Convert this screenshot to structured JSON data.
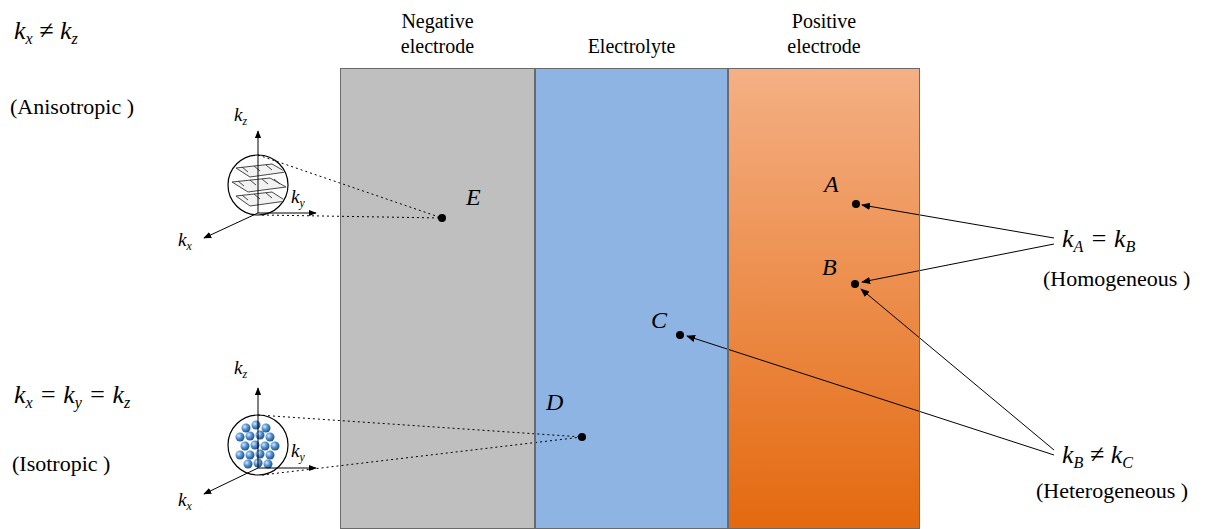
{
  "diagram": {
    "nodes": [
      {
        "text": [
          "Negative electrode"
        ]
      },
      {
        "text": [
          "Electrolyte"
        ]
      },
      {
        "text": [
          "Positive electrode"
        ]
      }
    ],
    "labels": [
      "kx ≠ kz",
      "(Anisotropic )",
      "kz",
      "ky",
      "kx",
      "kx = ky = kz",
      "(Isotropic )",
      "kz",
      "ky",
      "kx",
      "E",
      "A",
      "B",
      "C",
      "D",
      "kA = kB",
      "(Homogeneous )",
      "kB ≠ kC",
      "(Heterogeneous )"
    ]
  }
}
